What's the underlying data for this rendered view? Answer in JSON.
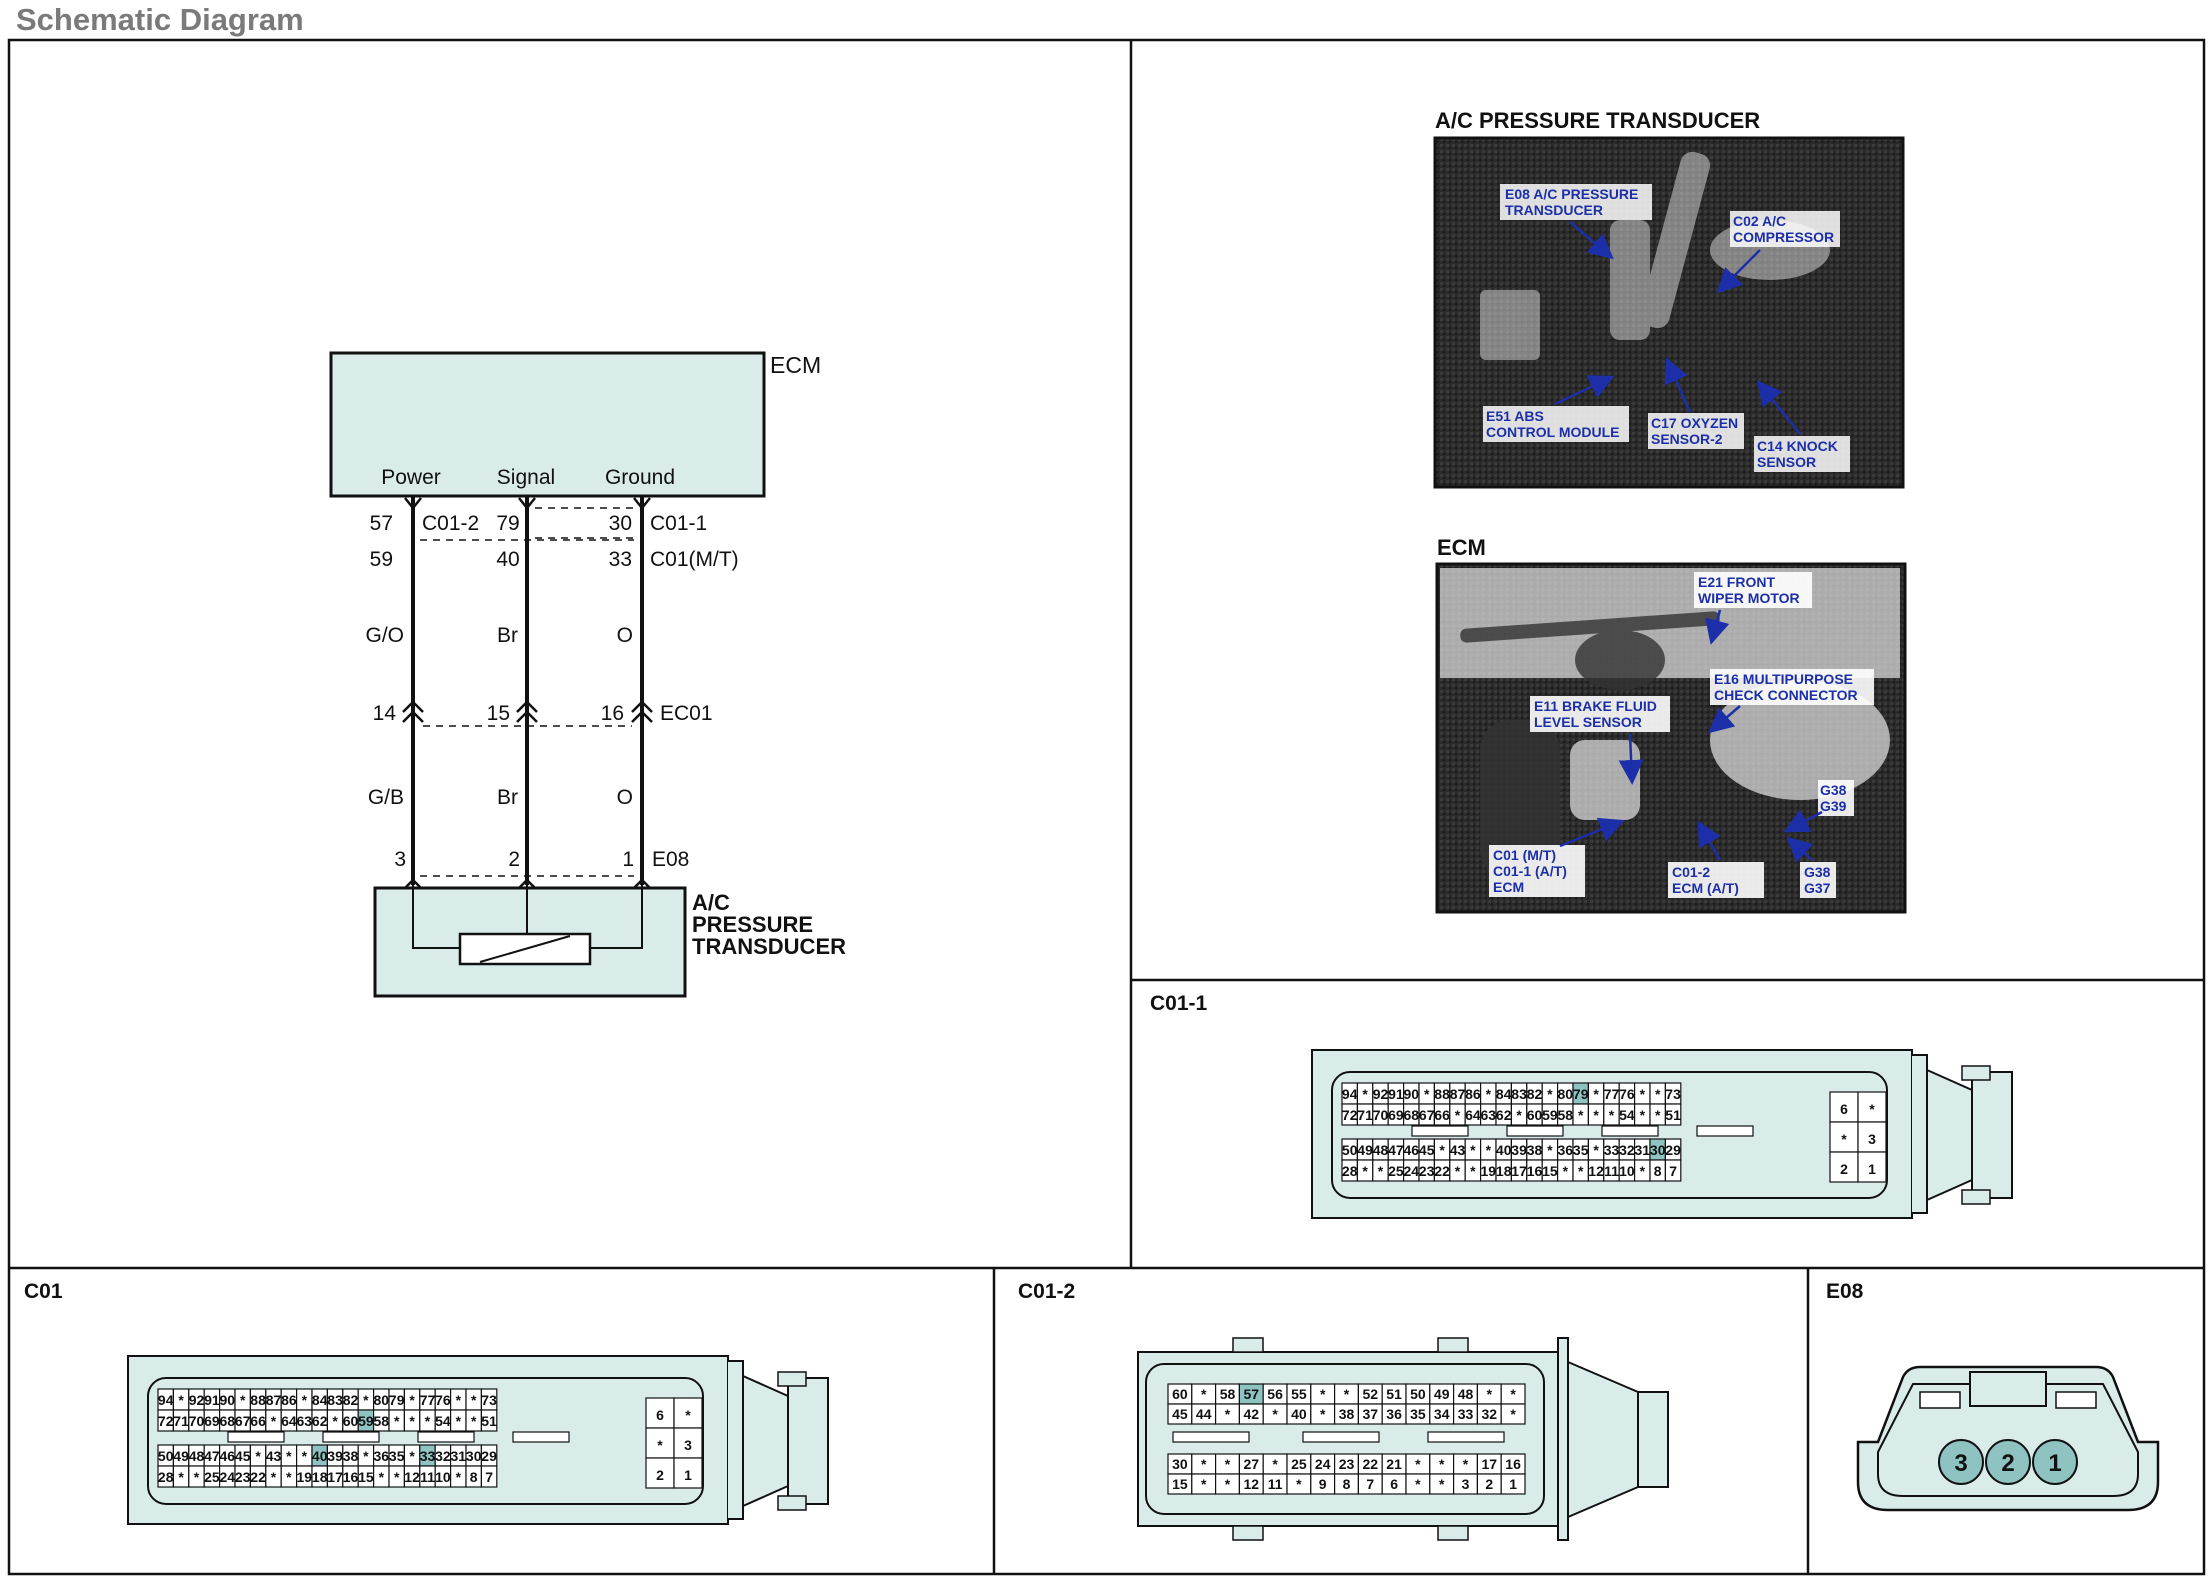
{
  "page_title": "Schematic Diagram",
  "schematic": {
    "ecm_label": "ECM",
    "pin_headers": [
      "Power",
      "Signal",
      "Ground"
    ],
    "connector_c01_2": {
      "label": "C01-2",
      "pins": [
        "57",
        "79"
      ]
    },
    "connector_c01_1": {
      "label": "C01-1",
      "pin": "30"
    },
    "connector_c01_mt": {
      "label": "C01(M/T)",
      "pins": [
        "59",
        "40",
        "33"
      ]
    },
    "wire_colors_upper": [
      "G/O",
      "Br",
      "O"
    ],
    "connector_ec01": {
      "label": "EC01",
      "pins": [
        "14",
        "15",
        "16"
      ]
    },
    "wire_colors_lower": [
      "G/B",
      "Br",
      "O"
    ],
    "connector_e08": {
      "label": "E08",
      "pins": [
        "3",
        "2",
        "1"
      ]
    },
    "transducer_label": [
      "A/C",
      "PRESSURE",
      "TRANSDUCER"
    ]
  },
  "photo_ac": {
    "title": "A/C PRESSURE TRANSDUCER",
    "callouts": [
      "E08 A/C PRESSURE",
      "TRANSDUCER",
      "C02 A/C",
      "COMPRESSOR",
      "E51 ABS",
      "CONTROL MODULE",
      "C17 OXYZEN",
      "SENSOR-2",
      "C14 KNOCK",
      "SENSOR"
    ]
  },
  "photo_ecm": {
    "title": "ECM",
    "callouts": [
      "E21 FRONT",
      "WIPER MOTOR",
      "E16 MULTIPURPOSE",
      "CHECK CONNECTOR",
      "E11 BRAKE FLUID",
      "LEVEL SENSOR",
      "G38",
      "G39",
      "C01 (M/T)",
      "C01-1 (A/T)",
      "ECM",
      "C01-2",
      "ECM (A/T)",
      "G38",
      "G37"
    ]
  },
  "panel_c01_1": {
    "title": "C01-1",
    "rows": [
      [
        "94",
        "*",
        "92",
        "91",
        "90",
        "*",
        "88",
        "87",
        "86",
        "*",
        "84",
        "83",
        "82",
        "*",
        "80",
        "79",
        "*",
        "77",
        "76",
        "*",
        "*",
        "73"
      ],
      [
        "72",
        "71",
        "70",
        "69",
        "68",
        "67",
        "66",
        "*",
        "64",
        "63",
        "62",
        "*",
        "60",
        "59",
        "58",
        "*",
        "*",
        "*",
        "54",
        "*",
        "*",
        "51"
      ],
      [
        "50",
        "49",
        "48",
        "47",
        "46",
        "45",
        "*",
        "43",
        "*",
        "*",
        "40",
        "39",
        "38",
        "*",
        "36",
        "35",
        "*",
        "33",
        "32",
        "31",
        "30",
        "29"
      ],
      [
        "28",
        "*",
        "*",
        "25",
        "24",
        "23",
        "22",
        "*",
        "*",
        "19",
        "18",
        "17",
        "16",
        "15",
        "*",
        "*",
        "12",
        "11",
        "10",
        "*",
        "8",
        "7"
      ]
    ],
    "side": [
      [
        "6",
        "*"
      ],
      [
        "*",
        "3"
      ],
      [
        "2",
        "1"
      ]
    ],
    "highlight": [
      "79",
      "30"
    ]
  },
  "panel_c01": {
    "title": "C01",
    "rows": [
      [
        "94",
        "*",
        "92",
        "91",
        "90",
        "*",
        "88",
        "87",
        "86",
        "*",
        "84",
        "83",
        "82",
        "*",
        "80",
        "79",
        "*",
        "77",
        "76",
        "*",
        "*",
        "73"
      ],
      [
        "72",
        "71",
        "70",
        "69",
        "68",
        "67",
        "66",
        "*",
        "64",
        "63",
        "62",
        "*",
        "60",
        "59",
        "58",
        "*",
        "*",
        "*",
        "54",
        "*",
        "*",
        "51"
      ],
      [
        "50",
        "49",
        "48",
        "47",
        "46",
        "45",
        "*",
        "43",
        "*",
        "*",
        "40",
        "39",
        "38",
        "*",
        "36",
        "35",
        "*",
        "33",
        "32",
        "31",
        "30",
        "29"
      ],
      [
        "28",
        "*",
        "*",
        "25",
        "24",
        "23",
        "22",
        "*",
        "*",
        "19",
        "18",
        "17",
        "16",
        "15",
        "*",
        "*",
        "12",
        "11",
        "10",
        "*",
        "8",
        "7"
      ]
    ],
    "side": [
      [
        "6",
        "*"
      ],
      [
        "*",
        "3"
      ],
      [
        "2",
        "1"
      ]
    ],
    "highlight": [
      "59",
      "40",
      "33"
    ]
  },
  "panel_c01_2": {
    "title": "C01-2",
    "rows": [
      [
        "60",
        "*",
        "58",
        "57",
        "56",
        "55",
        "*",
        "*",
        "52",
        "51",
        "50",
        "49",
        "48",
        "*",
        "*"
      ],
      [
        "45",
        "44",
        "*",
        "42",
        "*",
        "40",
        "*",
        "38",
        "37",
        "36",
        "35",
        "34",
        "33",
        "32",
        "*"
      ],
      [
        "30",
        "*",
        "*",
        "27",
        "*",
        "25",
        "24",
        "23",
        "22",
        "21",
        "*",
        "*",
        "*",
        "17",
        "16"
      ],
      [
        "15",
        "*",
        "*",
        "12",
        "11",
        "*",
        "9",
        "8",
        "7",
        "6",
        "*",
        "*",
        "3",
        "2",
        "1"
      ]
    ],
    "highlight": [
      "57"
    ]
  },
  "panel_e08": {
    "title": "E08",
    "pins": [
      "3",
      "2",
      "1"
    ]
  }
}
